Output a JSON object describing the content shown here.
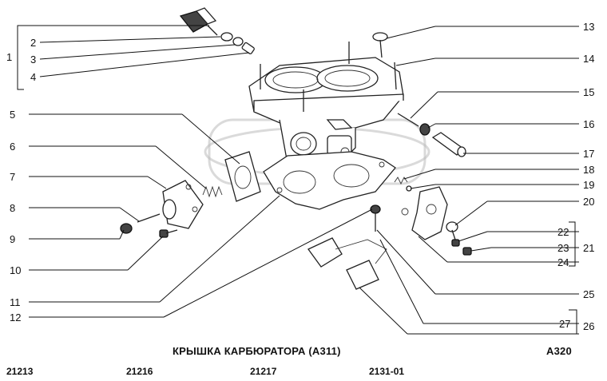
{
  "title": "КРЫШКА КАРБЮРАТОРА (А311)",
  "code": "А320",
  "models": [
    "21213",
    "21216",
    "21217",
    "2131-01"
  ],
  "callouts": [
    "1",
    "2",
    "3",
    "4",
    "5",
    "6",
    "7",
    "8",
    "9",
    "10",
    "11",
    "12",
    "13",
    "14",
    "15",
    "16",
    "17",
    "18",
    "19",
    "20",
    "21",
    "22",
    "23",
    "24",
    "25",
    "26",
    "27"
  ]
}
